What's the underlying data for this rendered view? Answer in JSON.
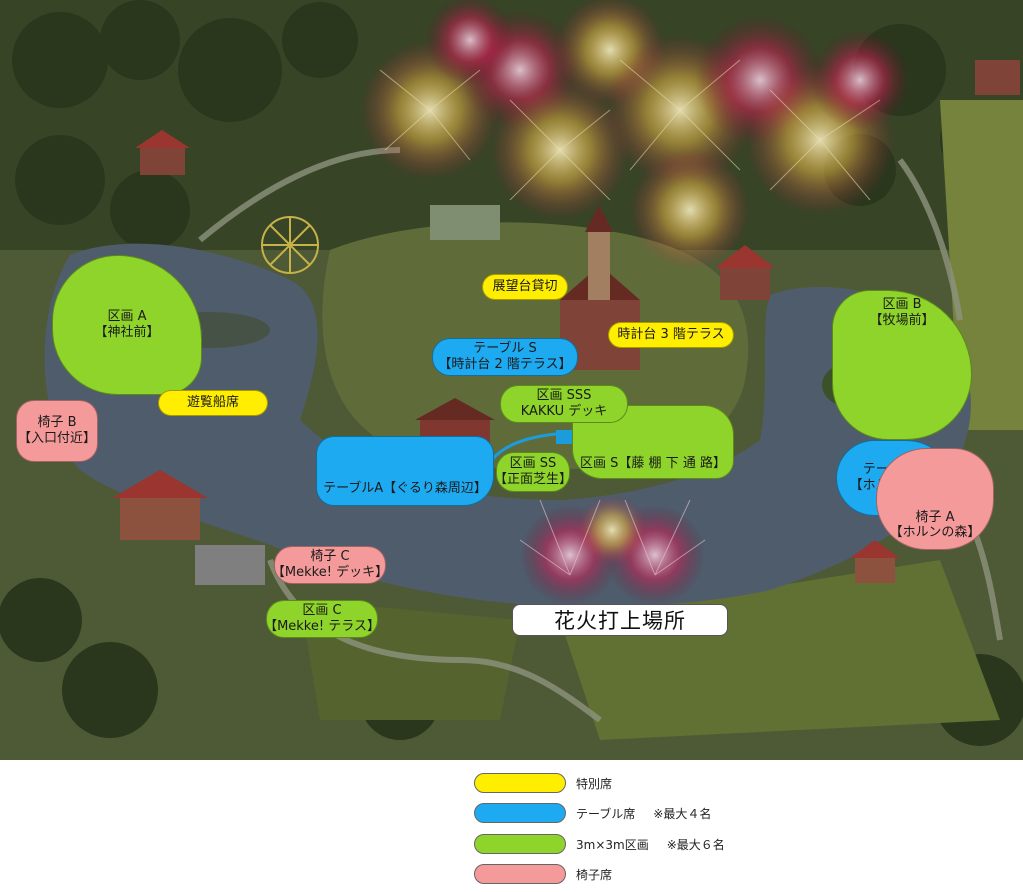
{
  "colors": {
    "special": "#ffee00",
    "table": "#1eaaf0",
    "block": "#8fd42a",
    "chair": "#f49a9a"
  },
  "zones": {
    "block_a": [
      "区画 A",
      "【神社前】"
    ],
    "block_b": [
      "区画 B",
      "【牧場前】"
    ],
    "block_c": [
      "区画 C",
      "【Mekke! テラス】"
    ],
    "block_s": [
      "区画 S【藤 棚 下 通 路】"
    ],
    "block_ss": [
      "区画 SS",
      "【正面芝生】"
    ],
    "block_sss": [
      "区画 SSS",
      "KAKKU デッキ"
    ],
    "table_s": [
      "テーブル S",
      "【時計台 2 階テラス】"
    ],
    "table_a": [
      "テーブルA【ぐるり森周辺】"
    ],
    "table_b": [
      "テーブル B",
      "【ホルンの森】"
    ],
    "chair_a": [
      "椅子 A",
      "【ホルンの森】"
    ],
    "chair_b": [
      "椅子 B",
      "【入口付近】"
    ],
    "chair_c": [
      "椅子 C",
      "【Mekke! デッキ】"
    ],
    "observatory": [
      "展望台貸切"
    ],
    "clock_terrace": [
      "時計台 3 階テラス"
    ],
    "boat_seat": [
      "遊覧船席"
    ]
  },
  "launch_site": "花火打上場所",
  "legend": [
    {
      "label": "特別席",
      "note": "",
      "color": "#ffee00"
    },
    {
      "label": "テーブル席",
      "note": "※最大４名",
      "color": "#1eaaf0"
    },
    {
      "label": "3m×3m区画",
      "note": "※最大６名",
      "color": "#8fd42a"
    },
    {
      "label": "椅子席",
      "note": "",
      "color": "#f49a9a"
    }
  ]
}
